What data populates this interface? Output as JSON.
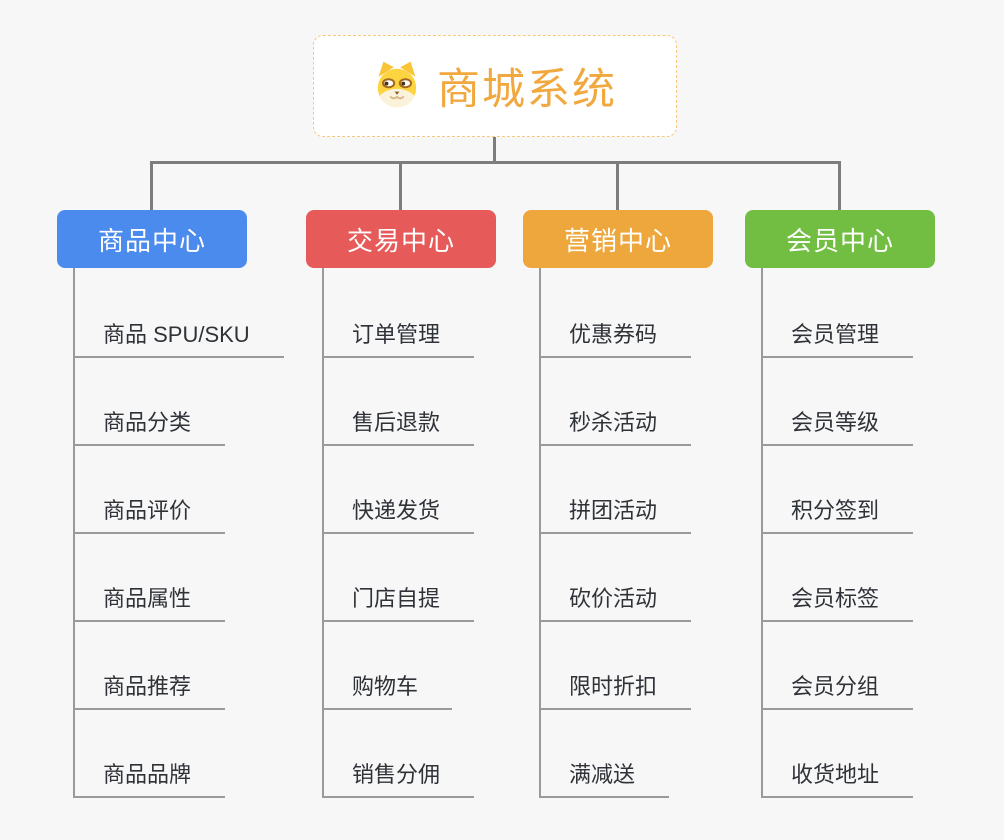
{
  "root": {
    "title": "商城系统",
    "icon": "shiba-dog-icon"
  },
  "branches": [
    {
      "label": "商品中心",
      "color": "#4b8bed",
      "items": [
        "商品 SPU/SKU",
        "商品分类",
        "商品评价",
        "商品属性",
        "商品推荐",
        "商品品牌"
      ]
    },
    {
      "label": "交易中心",
      "color": "#e65a5a",
      "items": [
        "订单管理",
        "售后退款",
        "快递发货",
        "门店自提",
        "购物车",
        "销售分佣"
      ]
    },
    {
      "label": "营销中心",
      "color": "#eda73c",
      "items": [
        "优惠券码",
        "秒杀活动",
        "拼团活动",
        "砍价活动",
        "限时折扣",
        "满减送"
      ]
    },
    {
      "label": "会员中心",
      "color": "#72be43",
      "items": [
        "会员管理",
        "会员等级",
        "积分签到",
        "会员标签",
        "会员分组",
        "收货地址"
      ]
    }
  ],
  "colors": {
    "background": "#f7f7f7",
    "root_border": "#f5c87d",
    "root_text": "#f1a83e",
    "connector": "#7d7d7d",
    "leaf_line": "#9a9a9a",
    "leaf_text": "#2f3338"
  }
}
